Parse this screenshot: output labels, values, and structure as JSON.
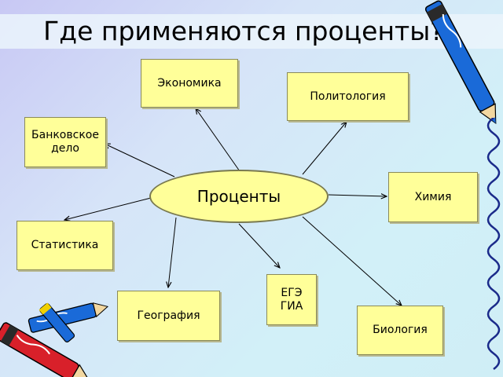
{
  "title": "Где применяются проценты?",
  "center": "Проценты",
  "nodes": {
    "economics": "Экономика",
    "politology": "Политология",
    "banking": "Банковское дело",
    "chemistry": "Химия",
    "statistics": "Статистика",
    "ege": "ЕГЭ ГИА",
    "geography": "География",
    "biology": "Биология"
  },
  "colors": {
    "box_fill": "#ffff99",
    "pen_blue": "#1a6ad8",
    "pen_red": "#d8202a"
  }
}
